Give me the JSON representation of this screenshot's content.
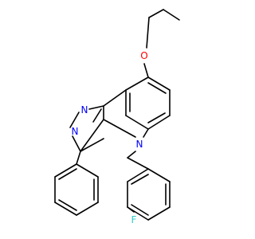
{
  "molecule": {
    "colors": {
      "bond": "#000000",
      "O": "#FF0000",
      "N": "#0000FF",
      "F": "#33CCCC",
      "background": "#FFFFFF"
    },
    "atom_labels": {
      "oxygen": "O",
      "n_pyrazole_top": "N",
      "n_pyrazole_bottom": "N",
      "n_quinoline": "N",
      "fluorine": "F"
    }
  }
}
